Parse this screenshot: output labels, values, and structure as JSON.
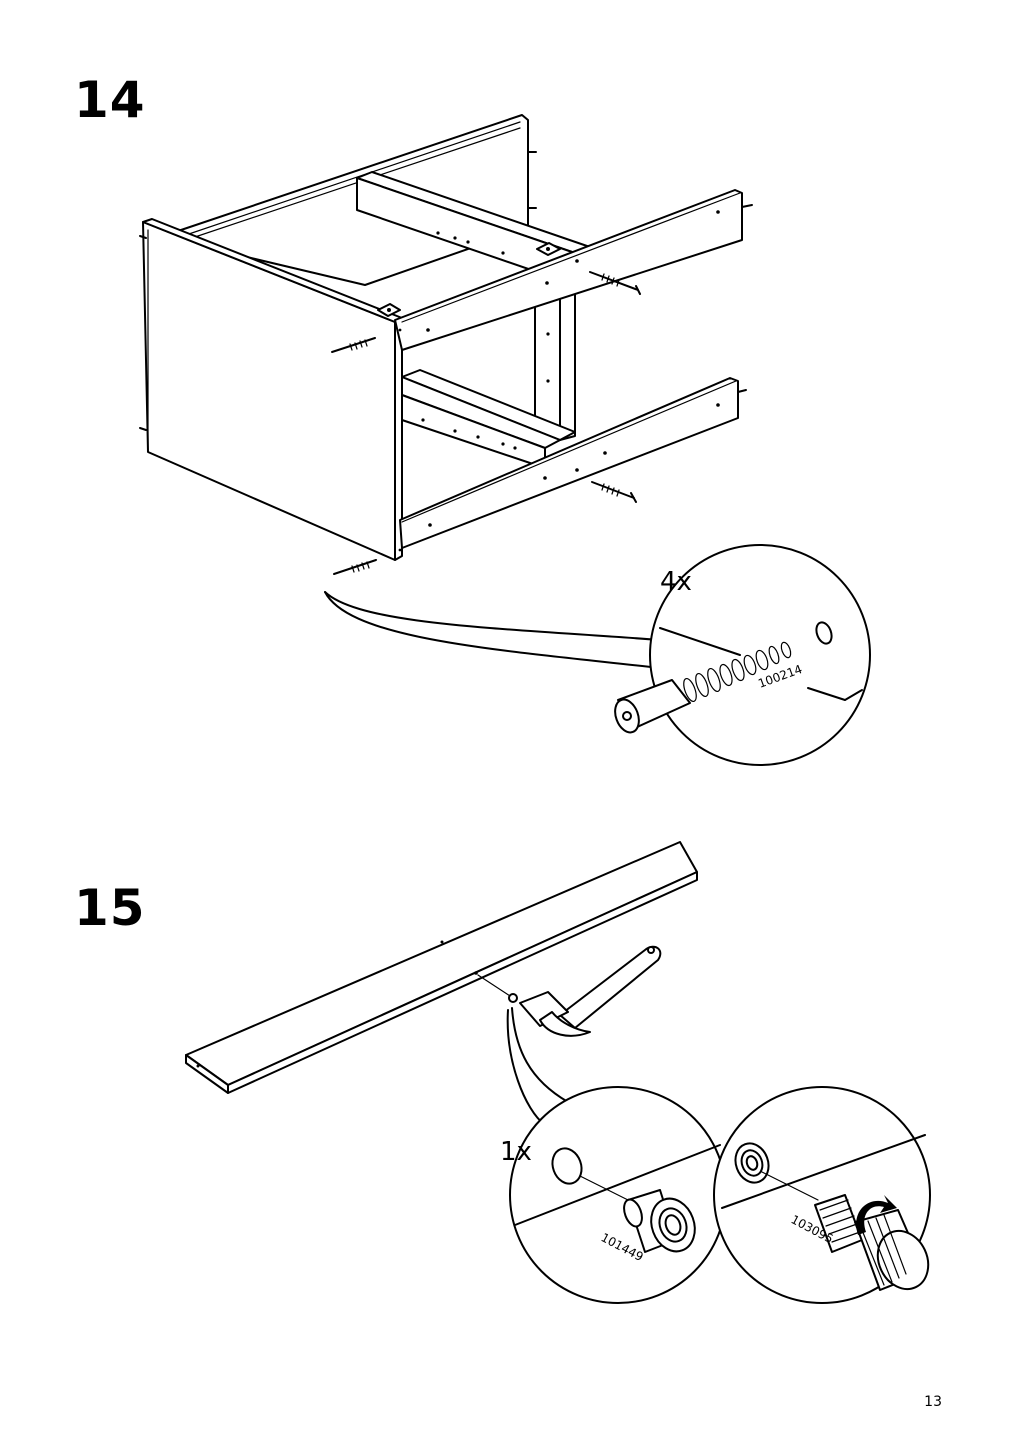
{
  "steps": [
    {
      "number": "14",
      "detail": {
        "quantity": "4x",
        "part_number": "100214"
      }
    },
    {
      "number": "15",
      "detail": {
        "quantity": "1x",
        "part_number_left": "101449",
        "part_number_right": "103095"
      }
    }
  ],
  "page_number": "13"
}
